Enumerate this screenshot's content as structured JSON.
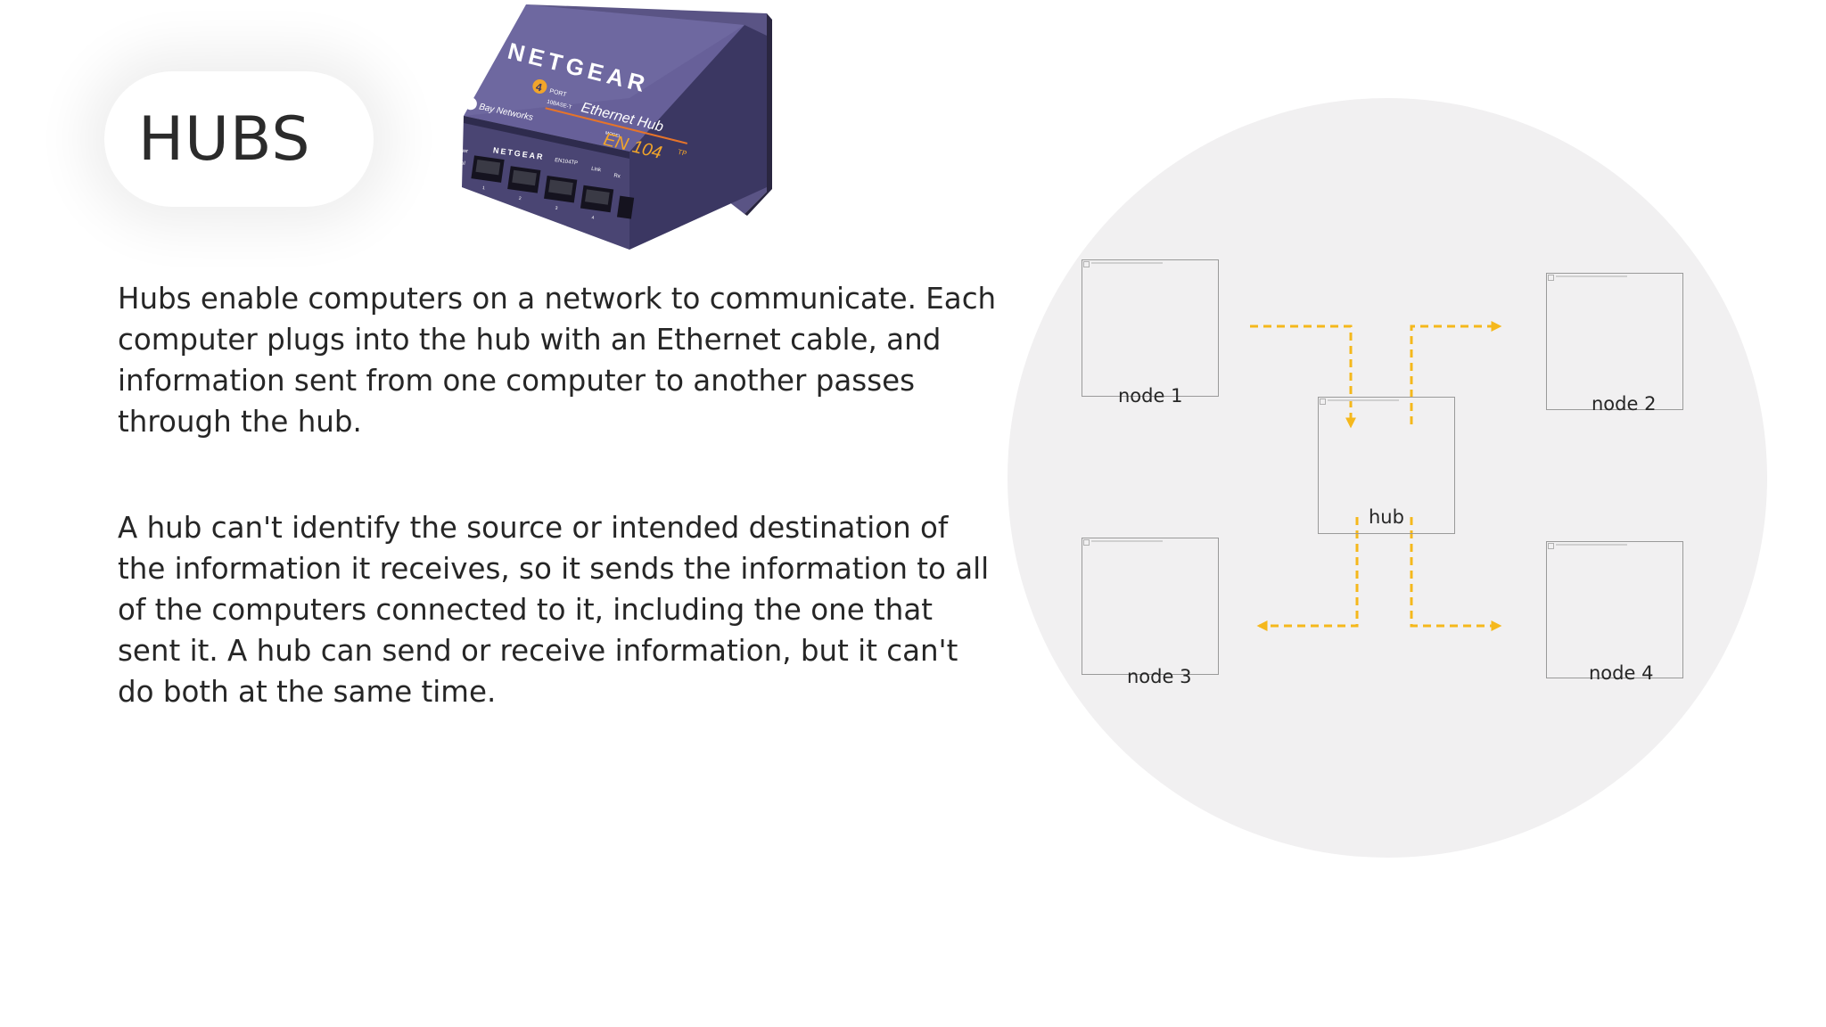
{
  "slide": {
    "title": "HUBS",
    "paragraphs": [
      "Hubs enable computers on a network to communicate. Each computer plugs into the hub with an Ethernet cable, and information sent from one computer to another passes through the hub.",
      "A hub can't identify the source or intended destination of the information it receives, so it sends the information to all of the computers connected to it, including the one that sent it. A hub can send or receive information, but it can't do both at the same time."
    ]
  },
  "photo": {
    "brand": "NETGEAR",
    "port_badge": "4",
    "port_word": "PORT",
    "speed": "10BASE-T",
    "product": "Ethernet Hub",
    "model_prefix": "MODEL",
    "model": "EN 104",
    "model_suffix": "TP",
    "maker": "Bay Networks",
    "front_brand": "NETGEAR",
    "front_model": "EN104TP",
    "front_labels": [
      "Pwr",
      "Col",
      "Link",
      "Rx"
    ],
    "port_numbers": [
      "1",
      "2",
      "3",
      "4"
    ]
  },
  "diagram": {
    "nodes": [
      {
        "id": "node1",
        "label": "node 1"
      },
      {
        "id": "node2",
        "label": "node 2"
      },
      {
        "id": "hub",
        "label": "hub"
      },
      {
        "id": "node3",
        "label": "node 3"
      },
      {
        "id": "node4",
        "label": "node 4"
      }
    ],
    "colors": {
      "circle": "#f1f0f1",
      "arrow": "#f5b81c",
      "box_border": "#9a9a9a"
    }
  }
}
